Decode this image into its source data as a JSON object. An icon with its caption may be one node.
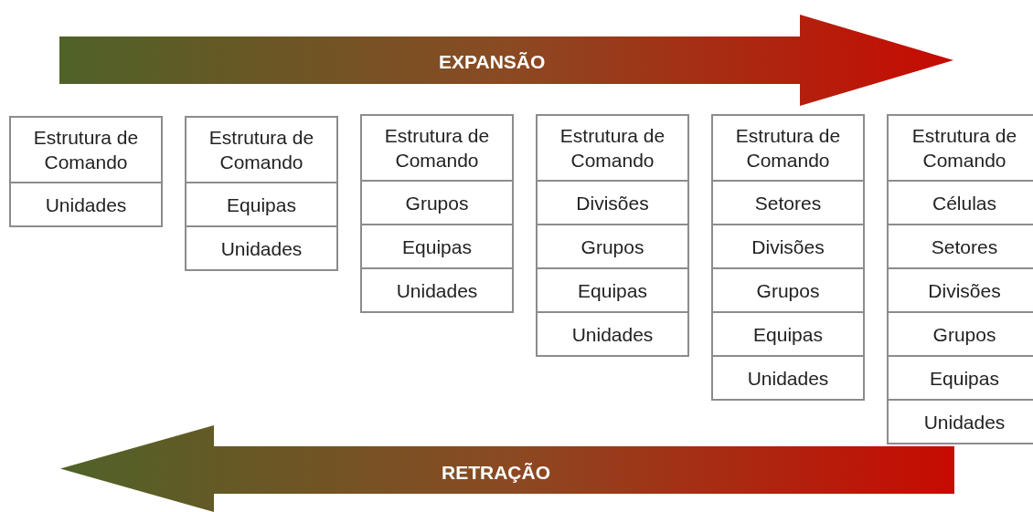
{
  "diagram": {
    "nodes": [
      {
        "text": [
          "EXPANSÃO"
        ]
      },
      {
        "text": [
          "Estrutura de Comando"
        ]
      },
      {
        "text": [
          "Unidades"
        ]
      },
      {
        "text": [
          "Estrutura de Comando"
        ]
      },
      {
        "text": [
          "Equipas"
        ]
      },
      {
        "text": [
          "Unidades"
        ]
      },
      {
        "text": [
          "Estrutura de Comando"
        ]
      },
      {
        "text": [
          "Grupos"
        ]
      },
      {
        "text": [
          "Equipas"
        ]
      },
      {
        "text": [
          "Unidades"
        ]
      },
      {
        "text": [
          "Estrutura de Comando"
        ]
      },
      {
        "text": [
          "Divisões"
        ]
      },
      {
        "text": [
          "Grupos"
        ]
      },
      {
        "text": [
          "Equipas"
        ]
      },
      {
        "text": [
          "Unidades"
        ]
      },
      {
        "text": [
          "Estrutura de Comando"
        ]
      },
      {
        "text": [
          "Setores"
        ]
      },
      {
        "text": [
          "Divisões"
        ]
      },
      {
        "text": [
          "Grupos"
        ]
      },
      {
        "text": [
          "Equipas"
        ]
      },
      {
        "text": [
          "Unidades"
        ]
      },
      {
        "text": [
          "Estrutura de Comando"
        ]
      },
      {
        "text": [
          "Células"
        ]
      },
      {
        "text": [
          "Setores"
        ]
      },
      {
        "text": [
          "Divisões"
        ]
      },
      {
        "text": [
          "Grupos"
        ]
      },
      {
        "text": [
          "Equipas"
        ]
      },
      {
        "text": [
          "Unidades"
        ]
      },
      {
        "text": [
          "RETRAÇÃO"
        ]
      }
    ]
  }
}
